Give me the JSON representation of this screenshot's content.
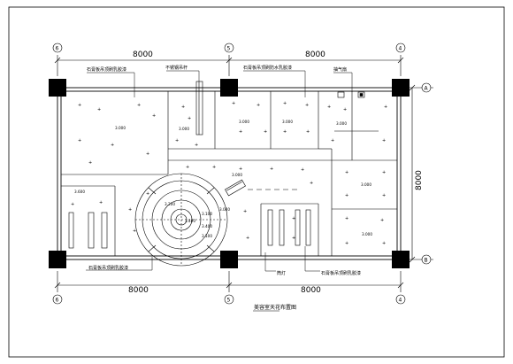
{
  "drawing": {
    "title": "美容室天花布置图",
    "dimensions": {
      "top_left": "8000",
      "top_right": "8000",
      "bottom_left": "8000",
      "bottom_right": "8000",
      "right_side": "8000"
    },
    "grid_axes": {
      "top": [
        "6",
        "5",
        "4"
      ],
      "bottom": [
        "6",
        "5",
        "4"
      ],
      "right": [
        "A",
        "B"
      ]
    },
    "labels": {
      "top_1": "石膏板吊顶刷乳胶漆",
      "top_2": "不锈钢吊杆",
      "top_3": "石膏板吊顶刷防水乳胶漆",
      "top_4": "抽气扇",
      "bottom_1": "石膏板吊顶刷乳胶漆",
      "bottom_2": "筒灯",
      "bottom_3": "石膏板吊顶刷乳胶漆"
    },
    "elevations": {
      "e1": "3.000",
      "e2": "3.000",
      "e3": "3.000",
      "e4": "3.000",
      "e5": "3.000",
      "e6": "3.000",
      "e7": "3.000",
      "e8": "3.000",
      "e9": "3.100",
      "e10": "3.400",
      "e11": "3.400",
      "e12": "3.100",
      "e13": "3.200",
      "e14": "3.600",
      "e15": "3.000"
    }
  }
}
